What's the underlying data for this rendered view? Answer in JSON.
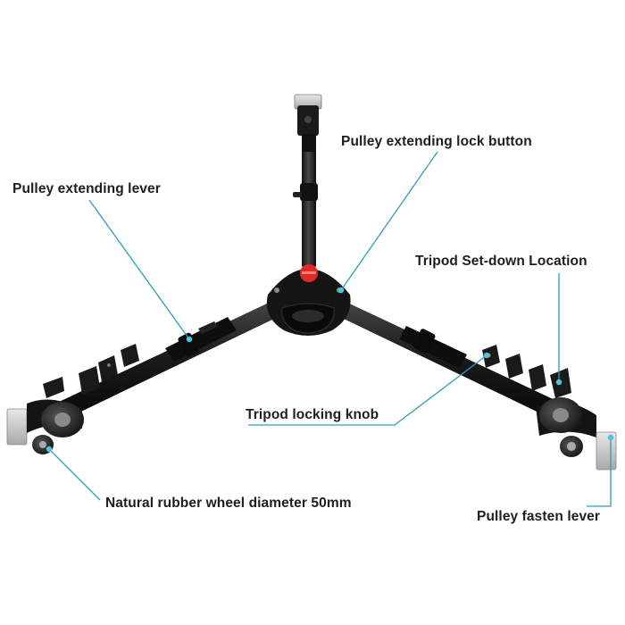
{
  "callouts": {
    "pulley_extending_lock_button": "Pulley extending lock button",
    "pulley_extending_lever": "Pulley extending lever",
    "tripod_setdown_location": "Tripod Set-down Location",
    "tripod_locking_knob": "Tripod locking knob",
    "natural_rubber_wheel": "Natural rubber wheel diameter 50mm",
    "pulley_fasten_lever": "Pulley fasten lever"
  },
  "colors": {
    "leader_line": "#2a9fb5",
    "marker_dot": "#4fc3dc",
    "metal": "#1c1c1c",
    "red_button": "#e02a2a",
    "background": "#ffffff"
  }
}
